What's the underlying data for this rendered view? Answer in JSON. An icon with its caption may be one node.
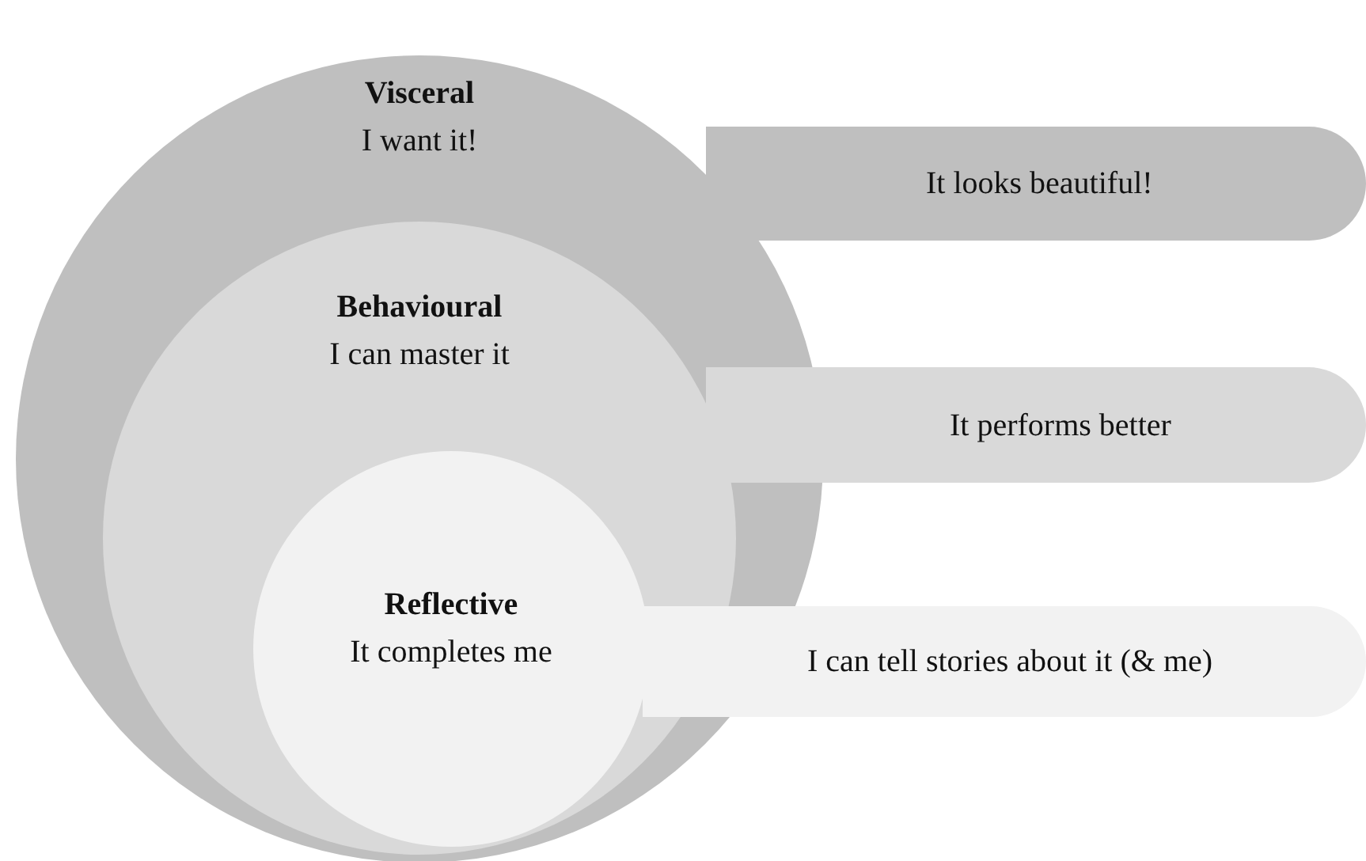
{
  "diagram": {
    "nodes": [
      {
        "text": [
          "Visceral",
          "I want it!"
        ]
      },
      {
        "text": [
          "It looks beautiful!"
        ]
      },
      {
        "text": [
          "Behavioural",
          "I can master it"
        ],
        "in": 0
      },
      {
        "text": [
          "It performs better"
        ]
      },
      {
        "text": [
          "Reflective",
          "It completes me"
        ],
        "in": 2
      },
      {
        "text": [
          "I can tell stories about it (& me)"
        ]
      }
    ],
    "edges": []
  }
}
